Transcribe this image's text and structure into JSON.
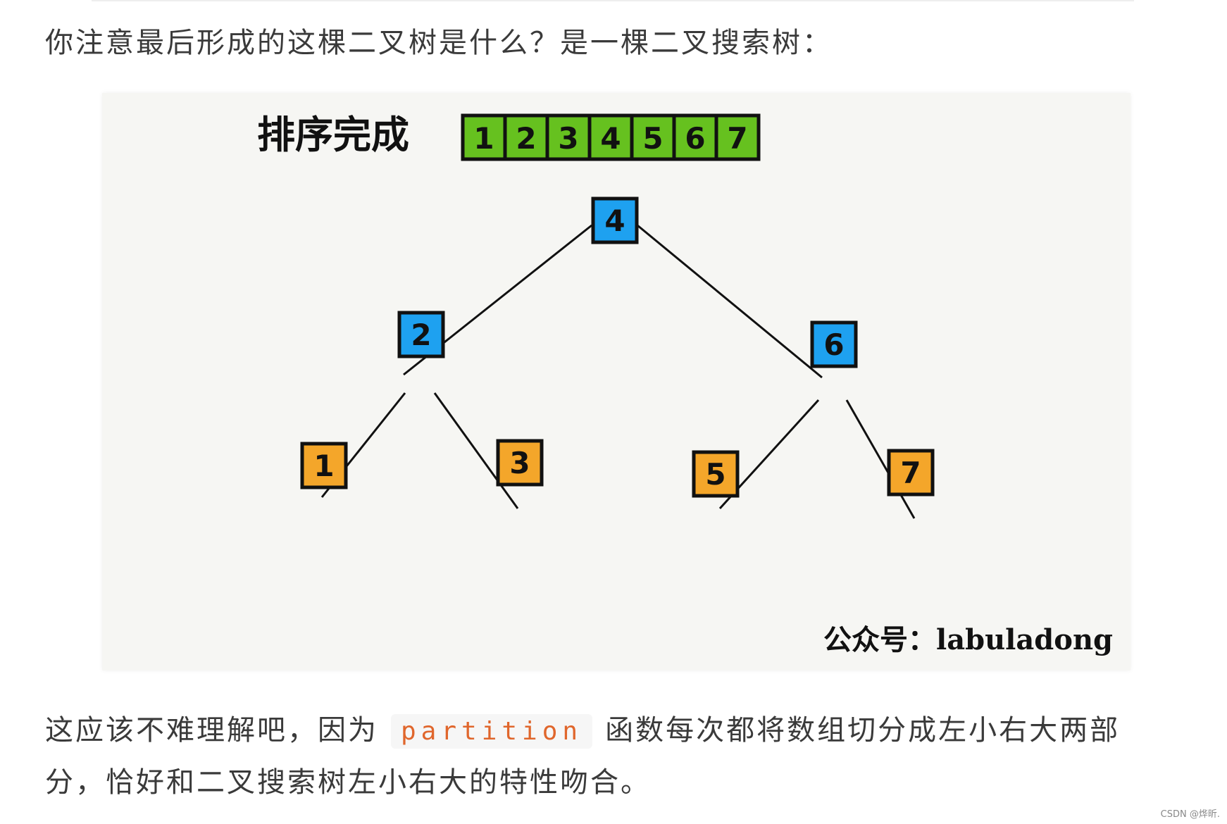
{
  "paragraph_1": "你注意最后形成的这棵二叉树是什么？是一棵二叉搜索树：",
  "figure": {
    "caption": "排序完成",
    "sorted_array": [
      "1",
      "2",
      "3",
      "4",
      "5",
      "6",
      "7"
    ],
    "tree": {
      "root": "4",
      "level_1": [
        "2",
        "6"
      ],
      "leaves": [
        "1",
        "3",
        "5",
        "7"
      ]
    },
    "watermark": "公众号：labuladong",
    "colors": {
      "array_cell": "#66c11f",
      "internal_node": "#1ea1f0",
      "leaf_node": "#f4a62a",
      "background": "#f6f6f3"
    }
  },
  "paragraph_2": {
    "line_1_before": "这应该不难理解吧，因为",
    "code": "partition",
    "line_1_after": "函数每次都将数组切分成左小右大两部",
    "line_2": "分，恰好和二叉搜索树左小右大的特性吻合。"
  },
  "footer": {
    "source": "CSDN @烨昕."
  }
}
